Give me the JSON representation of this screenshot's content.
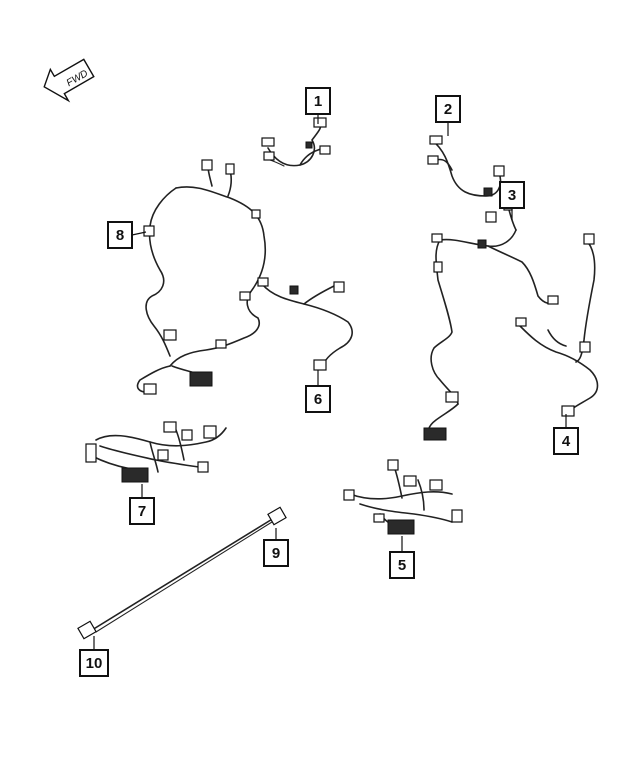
{
  "orientation": {
    "label": "FWD",
    "icon": "forward-arrow-icon"
  },
  "callouts": [
    {
      "id": "1",
      "label": "1"
    },
    {
      "id": "2",
      "label": "2"
    },
    {
      "id": "3",
      "label": "3"
    },
    {
      "id": "4",
      "label": "4"
    },
    {
      "id": "5",
      "label": "5"
    },
    {
      "id": "6",
      "label": "6"
    },
    {
      "id": "7",
      "label": "7"
    },
    {
      "id": "8",
      "label": "8"
    },
    {
      "id": "9",
      "label": "9"
    },
    {
      "id": "10",
      "label": "10"
    }
  ],
  "colors": {
    "line": "#222222",
    "box_border": "#111111",
    "background": "#ffffff"
  }
}
